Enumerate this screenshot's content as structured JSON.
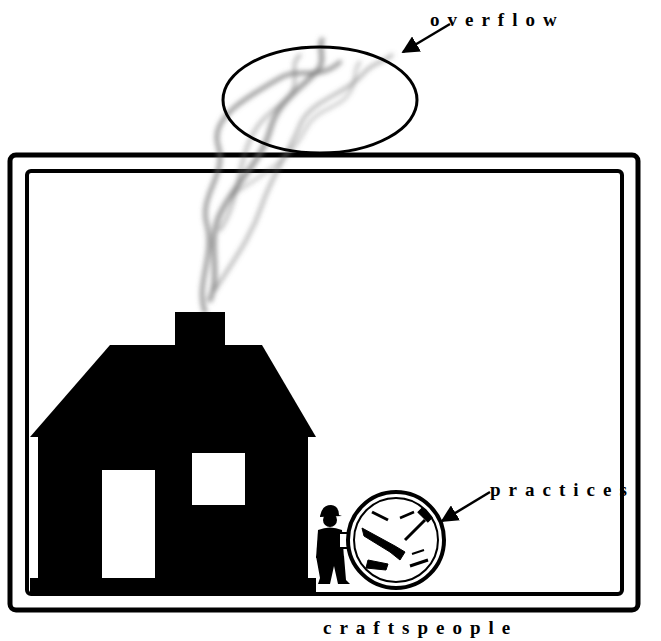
{
  "diagram": {
    "labels": [
      "overflow",
      "practices",
      "craftspeople"
    ]
  }
}
